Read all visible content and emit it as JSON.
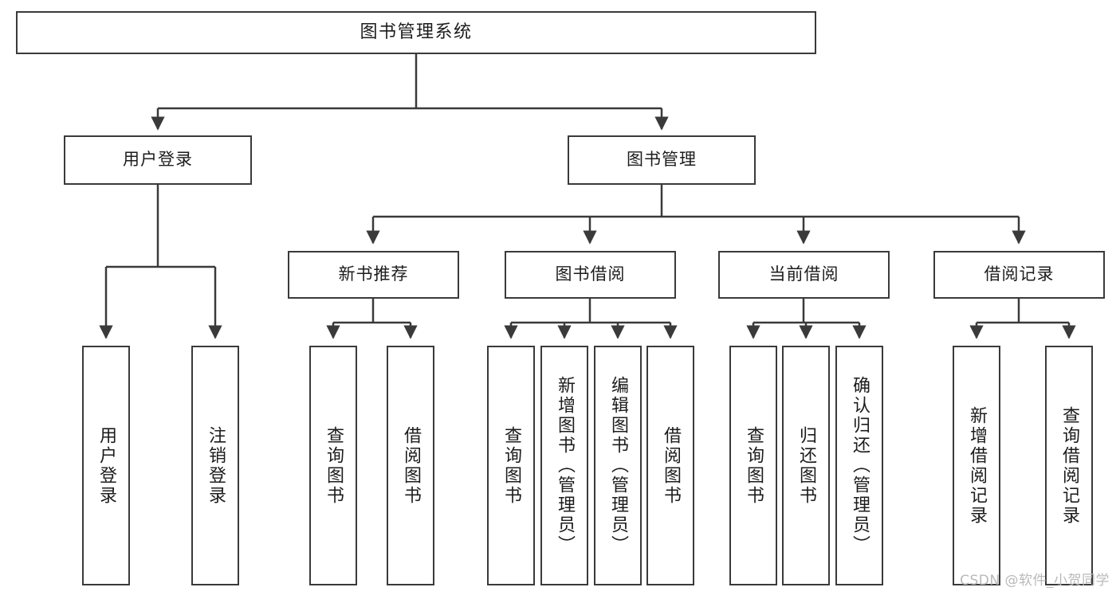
{
  "diagram": {
    "title": "图书管理系统",
    "type": "tree-hierarchy-chart",
    "watermark": "CSDN @软件_小贺同学",
    "colors": {
      "box_border": "#3a3a3a",
      "box_fill": "#ffffff",
      "connector": "#3a3a3a",
      "text": "#1c1c1c",
      "watermark": "#b9b9b9",
      "background": "#ffffff"
    },
    "root": {
      "id": "root",
      "label": "图书管理系统"
    },
    "level2": [
      {
        "id": "user-login",
        "label": "用户登录"
      },
      {
        "id": "book-manage",
        "label": "图书管理"
      }
    ],
    "level3": [
      {
        "id": "new-book-recommend",
        "label": "新书推荐"
      },
      {
        "id": "book-borrow",
        "label": "图书借阅"
      },
      {
        "id": "current-borrow",
        "label": "当前借阅"
      },
      {
        "id": "borrow-record",
        "label": "借阅记录"
      }
    ],
    "leaves": {
      "user_login": [
        {
          "id": "leaf-user-login",
          "label": "用户登录"
        },
        {
          "id": "leaf-user-logout",
          "label": "注销登录"
        }
      ],
      "new_book_recommend": [
        {
          "id": "leaf-query-book-1",
          "label": "查询图书"
        },
        {
          "id": "leaf-borrow-book-1",
          "label": "借阅图书"
        }
      ],
      "book_borrow": [
        {
          "id": "leaf-query-book-2",
          "label": "查询图书"
        },
        {
          "id": "leaf-add-book",
          "label": "新增图书（管理员）"
        },
        {
          "id": "leaf-edit-book",
          "label": "编辑图书（管理员）"
        },
        {
          "id": "leaf-borrow-book-2",
          "label": "借阅图书"
        }
      ],
      "current_borrow": [
        {
          "id": "leaf-query-book-3",
          "label": "查询图书"
        },
        {
          "id": "leaf-return-book",
          "label": "归还图书"
        },
        {
          "id": "leaf-confirm-return",
          "label": "确认归还（管理员）"
        }
      ],
      "borrow_record": [
        {
          "id": "leaf-add-record",
          "label": "新增借阅记录"
        },
        {
          "id": "leaf-query-record",
          "label": "查询借阅记录"
        }
      ]
    }
  },
  "chart_data": {
    "type": "table",
    "title": "图书管理系统",
    "nodes": [
      {
        "level": 1,
        "label": "图书管理系统",
        "parent": null
      },
      {
        "level": 2,
        "label": "用户登录",
        "parent": "图书管理系统"
      },
      {
        "level": 2,
        "label": "图书管理",
        "parent": "图书管理系统"
      },
      {
        "level": 3,
        "label": "用户登录",
        "parent": "用户登录"
      },
      {
        "level": 3,
        "label": "注销登录",
        "parent": "用户登录"
      },
      {
        "level": 3,
        "label": "新书推荐",
        "parent": "图书管理"
      },
      {
        "level": 3,
        "label": "图书借阅",
        "parent": "图书管理"
      },
      {
        "level": 3,
        "label": "当前借阅",
        "parent": "图书管理"
      },
      {
        "level": 3,
        "label": "借阅记录",
        "parent": "图书管理"
      },
      {
        "level": 4,
        "label": "查询图书",
        "parent": "新书推荐"
      },
      {
        "level": 4,
        "label": "借阅图书",
        "parent": "新书推荐"
      },
      {
        "level": 4,
        "label": "查询图书",
        "parent": "图书借阅"
      },
      {
        "level": 4,
        "label": "新增图书（管理员）",
        "parent": "图书借阅"
      },
      {
        "level": 4,
        "label": "编辑图书（管理员）",
        "parent": "图书借阅"
      },
      {
        "level": 4,
        "label": "借阅图书",
        "parent": "图书借阅"
      },
      {
        "level": 4,
        "label": "查询图书",
        "parent": "当前借阅"
      },
      {
        "level": 4,
        "label": "归还图书",
        "parent": "当前借阅"
      },
      {
        "level": 4,
        "label": "确认归还（管理员）",
        "parent": "当前借阅"
      },
      {
        "level": 4,
        "label": "新增借阅记录",
        "parent": "借阅记录"
      },
      {
        "level": 4,
        "label": "查询借阅记录",
        "parent": "借阅记录"
      }
    ]
  }
}
